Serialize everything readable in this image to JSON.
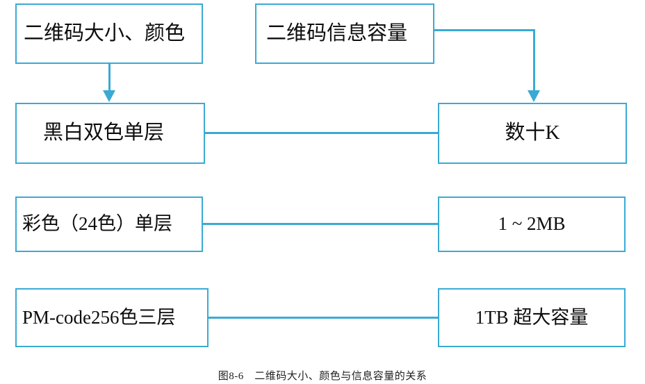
{
  "figure": {
    "caption": "图8-6　二维码大小、颜色与信息容量的关系",
    "accent_color": "#3aaad4",
    "text_color": "#0d0d0d",
    "background": "#ffffff"
  },
  "nodes": {
    "size_color": "二维码大小、颜色",
    "capacity": "二维码信息容量",
    "bw_single": "黑白双色单层",
    "tens_k": "数十K",
    "color24_single": "彩色（24色）单层",
    "range_1_2mb": "1 ~ 2MB",
    "pmcode256": "PM-code256色三层",
    "one_tb": "1TB 超大容量"
  },
  "chart_data": {
    "type": "diagram",
    "title": "图8-6　二维码大小、颜色与信息容量的关系",
    "headers": [
      "二维码大小、颜色",
      "二维码信息容量"
    ],
    "rows": [
      {
        "color_scheme": "黑白双色单层",
        "capacity": "数十K"
      },
      {
        "color_scheme": "彩色（24色）单层",
        "capacity": "1 ~ 2MB"
      },
      {
        "color_scheme": "PM-code256色三层",
        "capacity": "1TB 超大容量"
      }
    ],
    "edges": [
      {
        "from": "二维码大小、颜色",
        "to": "黑白双色单层",
        "style": "arrow-down"
      },
      {
        "from": "二维码信息容量",
        "to": "数十K",
        "style": "elbow-arrow"
      },
      {
        "from": "黑白双色单层",
        "to": "数十K",
        "style": "line"
      },
      {
        "from": "彩色（24色）单层",
        "to": "1 ~ 2MB",
        "style": "line"
      },
      {
        "from": "PM-code256色三层",
        "to": "1TB 超大容量",
        "style": "line"
      }
    ]
  }
}
